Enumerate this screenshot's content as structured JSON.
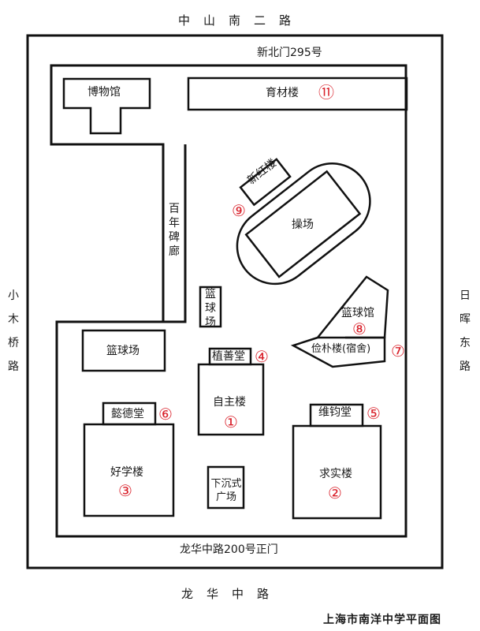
{
  "map": {
    "title": "上海市南洋中学平面图",
    "roads": {
      "north": "中山南二路",
      "south": "龙华中路",
      "west": "小木桥路",
      "east": "日晖东路"
    },
    "gates": {
      "north_gate": "新北门295号",
      "main_gate": "龙华中路200号正门"
    },
    "buildings": [
      {
        "id": "museum",
        "name": "博物馆",
        "number": null
      },
      {
        "id": "yucai",
        "name": "育材楼",
        "number": "⑪"
      },
      {
        "id": "xinhong",
        "name": "新红楼",
        "number": "⑨"
      },
      {
        "id": "playground",
        "name": "操场",
        "number": null
      },
      {
        "id": "stele-corridor",
        "name": "百年碑廊",
        "number": null
      },
      {
        "id": "basketball-court-small",
        "name": "篮球场",
        "number": null
      },
      {
        "id": "gymnasium",
        "name": "篮球馆",
        "number": "⑧"
      },
      {
        "id": "dormitory",
        "name": "俭朴楼(宿舍)",
        "number": "⑦"
      },
      {
        "id": "basketball-court",
        "name": "篮球场",
        "number": null
      },
      {
        "id": "zhishan",
        "name": "植善堂",
        "number": "④"
      },
      {
        "id": "zizhu",
        "name": "自主楼",
        "number": "①"
      },
      {
        "id": "yide",
        "name": "懿德堂",
        "number": "⑥"
      },
      {
        "id": "weijun",
        "name": "维钧堂",
        "number": "⑤"
      },
      {
        "id": "haoxue",
        "name": "好学楼",
        "number": "③"
      },
      {
        "id": "sunken-plaza",
        "name": "下沉式广场",
        "number": null
      },
      {
        "id": "qiushi",
        "name": "求实楼",
        "number": "②"
      }
    ],
    "colors": {
      "line": "#111111",
      "number": "#d9202a",
      "background": "#ffffff"
    }
  }
}
